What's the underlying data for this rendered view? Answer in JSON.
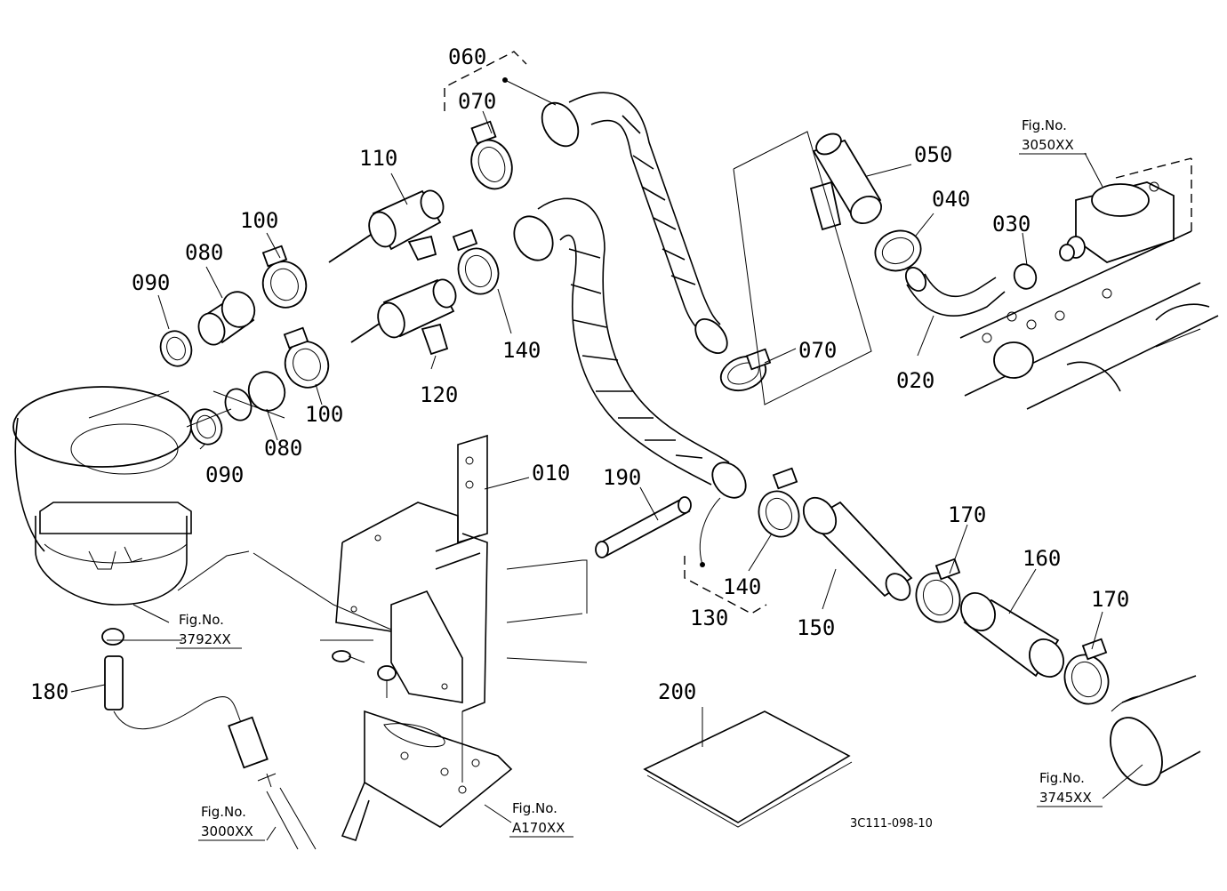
{
  "diagram": {
    "drawing_code": "3C111-098-10",
    "parts": [
      {
        "no": "010"
      },
      {
        "no": "020"
      },
      {
        "no": "030"
      },
      {
        "no": "040"
      },
      {
        "no": "050"
      },
      {
        "no": "060"
      },
      {
        "no": "070"
      },
      {
        "no": "070"
      },
      {
        "no": "080"
      },
      {
        "no": "080"
      },
      {
        "no": "090"
      },
      {
        "no": "090"
      },
      {
        "no": "100"
      },
      {
        "no": "100"
      },
      {
        "no": "110"
      },
      {
        "no": "120"
      },
      {
        "no": "130"
      },
      {
        "no": "140"
      },
      {
        "no": "140"
      },
      {
        "no": "150"
      },
      {
        "no": "160"
      },
      {
        "no": "170"
      },
      {
        "no": "170"
      },
      {
        "no": "180"
      },
      {
        "no": "190"
      },
      {
        "no": "200"
      }
    ],
    "fig_refs": [
      {
        "label": "Fig.No.",
        "no": "3050XX"
      },
      {
        "label": "Fig.No.",
        "no": "3792XX"
      },
      {
        "label": "Fig.No.",
        "no": "3000XX"
      },
      {
        "label": "Fig.No.",
        "no": "A170XX"
      },
      {
        "label": "Fig.No.",
        "no": "3745XX"
      }
    ]
  }
}
